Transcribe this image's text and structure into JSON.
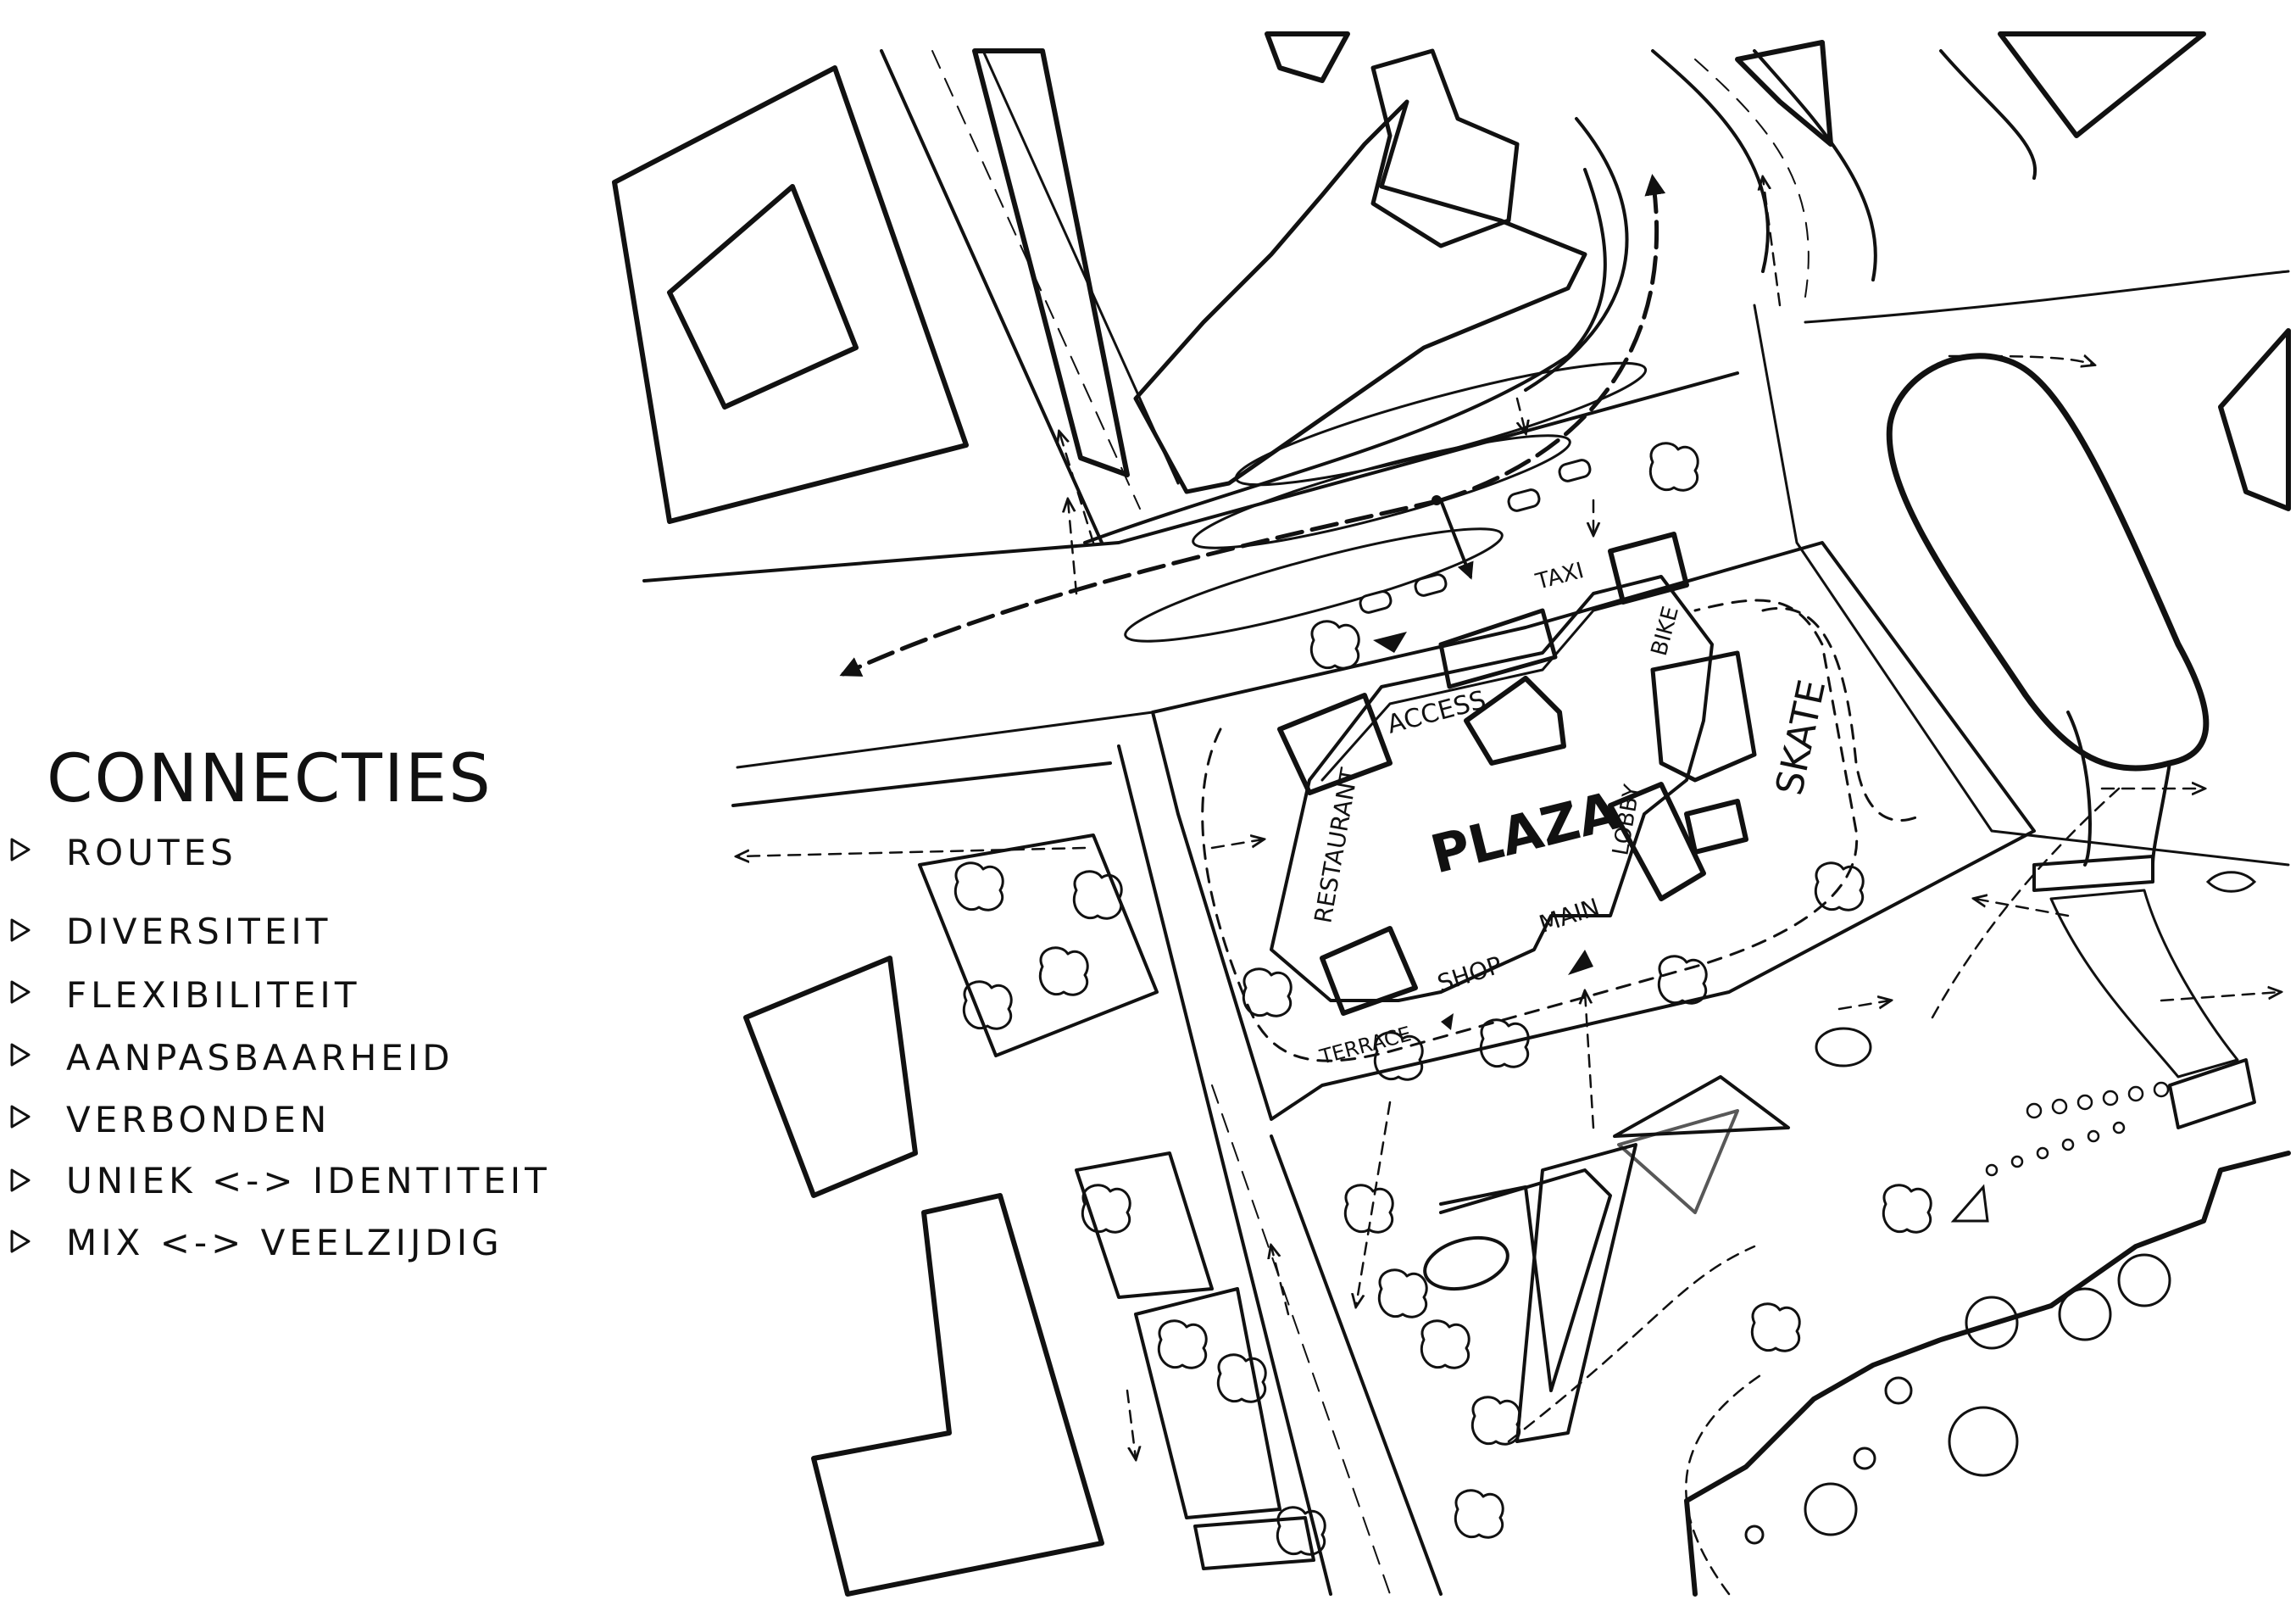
{
  "legend": {
    "title": "CONNECTIES",
    "items": [
      "ROUTES",
      "DIVERSITEIT",
      "FLEXIBILITEIT",
      "AANPASBAARHEID",
      "VERBONDEN",
      "UNIEK <-> IDENTITEIT",
      "MIX <-> VEELZIJDIG"
    ]
  },
  "map_labels": {
    "plaza": "PLAZA",
    "access": "ACCESS",
    "taxi": "TAXI",
    "bike": "BIKE",
    "skate": "SKATE",
    "lobby": "LOBBY",
    "main": "MAIN",
    "shop": "SHOP",
    "terrace": "TERRACE",
    "restaurant": "RESTAURANT"
  },
  "colors": {
    "ink": "#111111",
    "paper": "#ffffff"
  }
}
